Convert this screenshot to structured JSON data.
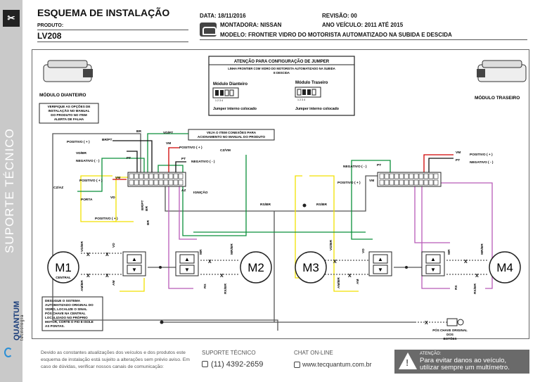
{
  "sidebar": {
    "vertical_label": "SUPORTE TÉCNICO",
    "brand": "QUANTUM",
    "brand_sub": "tecnologia"
  },
  "header": {
    "title": "ESQUEMA DE INSTALAÇÃO",
    "product_label": "PRODUTO:",
    "product": "LV208",
    "date": "DATA: 18/11/2016",
    "revision": "REVISÃO: 00",
    "maker": "MONTADORA: NISSAN",
    "year": "ANO VEÍCULO: 2011 ATÉ 2015",
    "model": "MODELO: FRONTIER VIDRO DO MOTORISTA AUTOMATIZADO NA SUBIDA E DESCIDA"
  },
  "diagram": {
    "front_module": "MÓDULO DIANTEIRO",
    "rear_module": "MÓDULO TRASEIRO",
    "jumper_title": "ATENÇÃO PARA CONFIGURAÇÃO DE JUMPER",
    "jumper_desc_1": "LINHA FRONTIER COM VIDRO DO MOTORISTA AUTOMATIZADO NA SUBIDA",
    "jumper_desc_2": "E DESCIDA",
    "jumper_front": "Módulo Dianteiro",
    "jumper_rear": "Módulo Traseiro",
    "jumper_note": "Jumper interno colocado",
    "jumper_pins": "1  2  3  4",
    "check_note": [
      "VERIFIQUE AS OPÇÕES DE",
      "INSTALAÇÃO NO MANUAL",
      "DO PRODUTO NO ITEM",
      "ALERTA DE FALHA"
    ],
    "connections_note": [
      "VEJA O ITEM CONEXÕES PARA",
      "ACIONAMENTO NO MANUAL DO PRODUTO"
    ],
    "disconnect_note": [
      "DESLIGUE O SISTEMA",
      "AUTOMATIZADO ORIGINAL DO",
      "VIDRO, LOCALIZE O SINAL",
      "PÓS CHAVE NA CENTRAL",
      "LOCALIZADO NO PRÓPRIO",
      "MOTOR, CORTE O FIO E ISOLE",
      "AS PONTAS."
    ],
    "labels": {
      "positivo": "POSITIVO ( + )",
      "negativo": "NEGATIVO ( - )",
      "porta": "PORTA",
      "ignicao": "IGNIÇÃO",
      "br": "BR",
      "brpt": "BR/PT",
      "vdbr": "VD/BR",
      "pt": "PT",
      "vm": "VM",
      "czaz": "CZ/AZ",
      "vd": "VD",
      "vdpt": "VD/PT",
      "czvm": "CZ/VM",
      "az": "AZ",
      "rsbr": "RS/BR",
      "mr": "MR",
      "mrbr": "MR/BR",
      "am": "AM",
      "ambr": "AM/BR",
      "rx": "RX",
      "rxbr": "RX/BR",
      "x": "X",
      "central": "CENTRAL",
      "key_label": [
        "PÓS CHAVE ORIGINAL",
        "DOS",
        "BOTÕES"
      ]
    },
    "motors": [
      "M1",
      "M2",
      "M3",
      "M4"
    ]
  },
  "footer": {
    "note": "Devido as constantes atualizações dos veículos e dos produtos este esquema de instalação está sujeito a alterações sem prévio aviso. Em caso de dúvidas, verificar nossos canais de comunicação:",
    "support_label": "SUPORTE TÉCNICO",
    "phone": "(11) 4392-2659",
    "chat_label": "CHAT ON-LINE",
    "site": "www.tecquantum.com.br",
    "warn_label": "ATENÇÃO:",
    "warn_msg_1": "Para evitar danos ao veículo,",
    "warn_msg_2": "utilizar sempre um multímetro."
  },
  "colors": {
    "green": "#0a8f3a",
    "red": "#d00000",
    "yellow": "#f2e100",
    "purple": "#b85ab8",
    "gray": "#555555",
    "black": "#111111",
    "band": "#c9c9c9"
  }
}
